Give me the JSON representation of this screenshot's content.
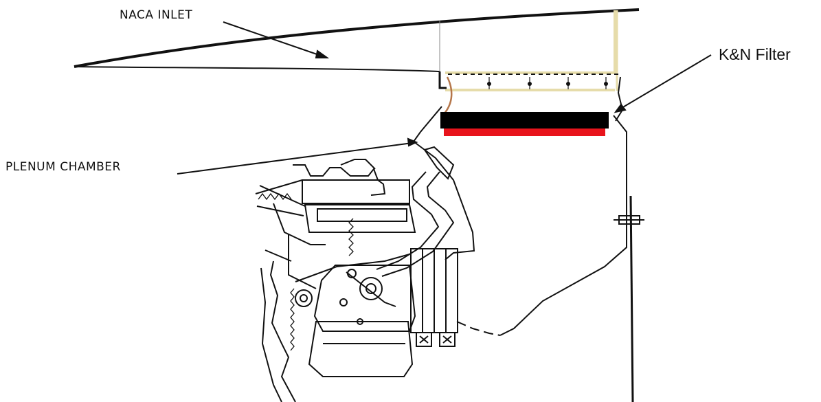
{
  "labels": {
    "naca_inlet": "NACA INLET",
    "kn_filter": "K&N Filter",
    "plenum_chamber": "PLENUM CHAMBER"
  },
  "colors": {
    "ink": "#111111",
    "filter_black": "#000000",
    "filter_red": "#e8141c",
    "duct_beige": "#e6dcaa",
    "inlet_lip_copper": "#b5764a"
  }
}
